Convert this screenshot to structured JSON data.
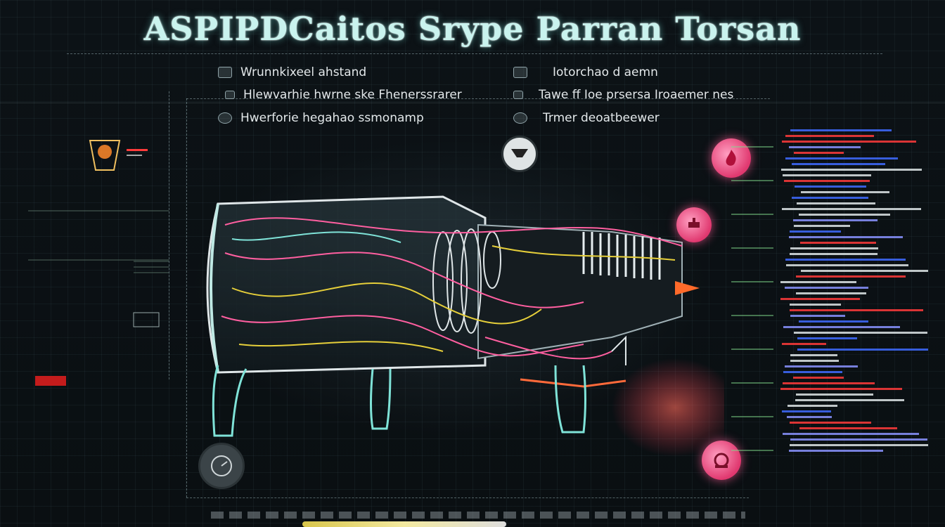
{
  "title": "ASPIPDCaitos Srype Parran Torsan",
  "legend_left": [
    {
      "icon": "doc-icon",
      "text": "Wrunnkixeel  ahstand"
    },
    {
      "icon": "cable-icon",
      "text": "Hlewvarhie hwrne ske Fhenerssrarer"
    },
    {
      "icon": "gear-icon",
      "text": "Hwerforie hegahao ssmonamp"
    }
  ],
  "legend_right": [
    {
      "icon": "doc-icon",
      "text": "Iotorchao d aemn"
    },
    {
      "icon": "cable-icon",
      "text": "Tawe ff Ioe prsersa  Iroaemer nes"
    },
    {
      "icon": "gear-icon",
      "text": "Trmer deoatbeewer"
    }
  ],
  "colors": {
    "title": "#c9f3ee",
    "wire_pink": "#ff5fa0",
    "wire_yellow": "#e6cf3a",
    "wire_cyan": "#7fe3d8",
    "data_blue": "#3f6bff",
    "data_red": "#ff3b3b"
  },
  "badges": [
    {
      "icon": "filter-icon",
      "style": "dark"
    },
    {
      "icon": "flame-icon",
      "style": "pink"
    },
    {
      "icon": "valve-icon",
      "style": "pink"
    },
    {
      "icon": "pump-icon",
      "style": "pink"
    },
    {
      "icon": "gauge-icon",
      "style": "dark"
    }
  ]
}
